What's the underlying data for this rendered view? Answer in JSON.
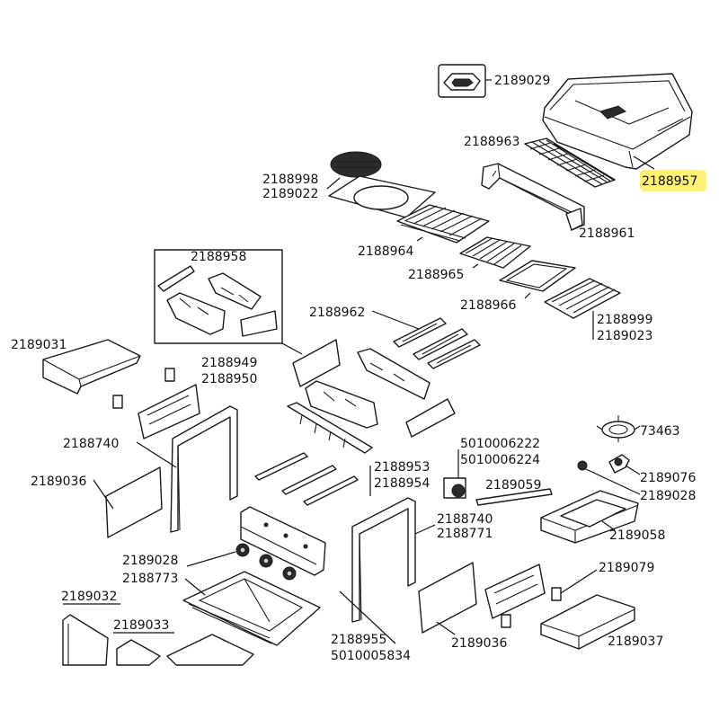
{
  "highlight_color": "#fff176",
  "labels": {
    "l2189029": "2189029",
    "l2188963": "2188963",
    "l2188957": "2188957",
    "l2188998": "2188998",
    "l2189022": "2189022",
    "l2188961": "2188961",
    "l2188964": "2188964",
    "l2188958": "2188958",
    "l2188965": "2188965",
    "l2188966": "2188966",
    "l2188962": "2188962",
    "l2188999": "2188999",
    "l2189023": "2189023",
    "l2189031": "2189031",
    "l2188949": "2188949",
    "l2188950": "2188950",
    "l73463": "73463",
    "l2188740a": "2188740",
    "l5010006222": "5010006222",
    "l5010006224": "5010006224",
    "l2189036a": "2189036",
    "l2188953": "2188953",
    "l2188954": "2188954",
    "l2189076": "2189076",
    "l2189059": "2189059",
    "l2189028a": "2189028",
    "l2188740b": "2188740",
    "l2188771": "2188771",
    "l2189058": "2189058",
    "l2189028b": "2189028",
    "l2188773": "2188773",
    "l2189079": "2189079",
    "l2189032": "2189032",
    "l2189033": "2189033",
    "l2189036b": "2189036",
    "l2189037": "2189037",
    "l2188955": "2188955",
    "l5010005834": "5010005834"
  }
}
